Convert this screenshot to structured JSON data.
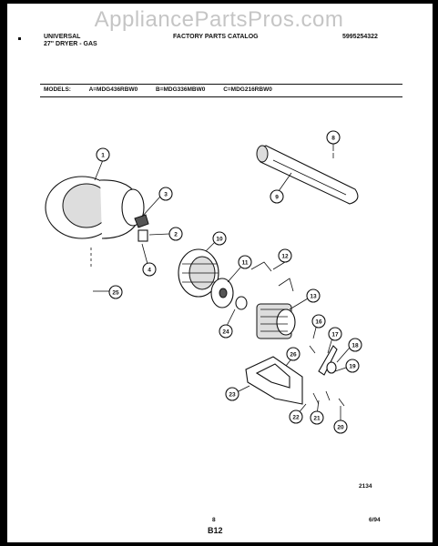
{
  "watermark": "AppliancePartsPros.com",
  "header": {
    "brand": "UNIVERSAL",
    "product": "27\" DRYER - GAS",
    "catalog": "FACTORY PARTS CATALOG",
    "part_number": "5995254322"
  },
  "models": {
    "label": "MODELS:",
    "a": "A=MDG436RBW0",
    "b": "B=MDG336MBW0",
    "c": "C=MDG216RBW0"
  },
  "callouts": [
    "1",
    "2",
    "3",
    "4",
    "8",
    "9",
    "10",
    "11",
    "12",
    "13",
    "16",
    "17",
    "18",
    "19",
    "20",
    "21",
    "22",
    "23",
    "24",
    "25",
    "26"
  ],
  "footer": {
    "drawing_code": "2134",
    "page": "8",
    "section": "B12",
    "date": "6/94"
  }
}
